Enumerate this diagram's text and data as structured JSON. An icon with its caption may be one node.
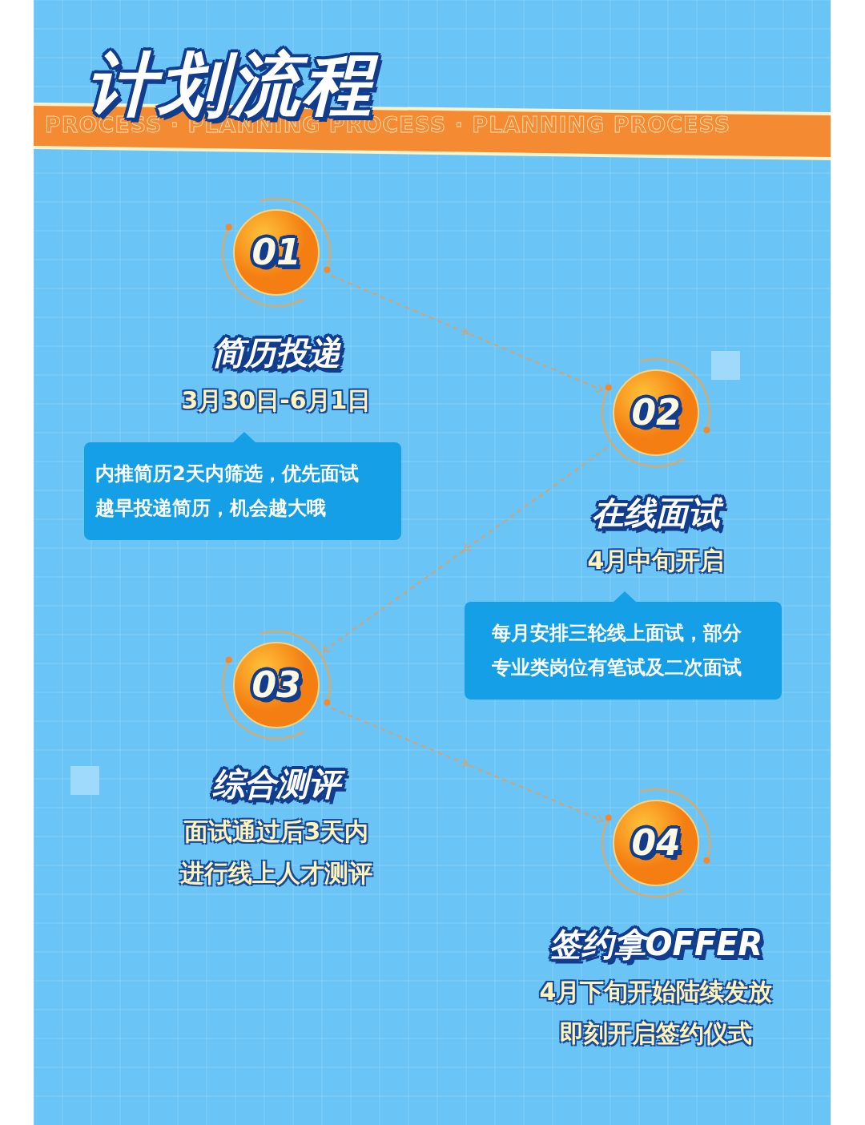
{
  "diagram": {
    "title": "计划流程",
    "nodes": [
      {
        "text": [
          "01"
        ],
        "beside": [
          "简历投递",
          "3月30日-6月1日"
        ]
      },
      {
        "text": [
          "内推简历2天内筛选，优先面试",
          "越早投递简历，机会越大哦"
        ]
      },
      {
        "text": [
          "02"
        ],
        "beside": [
          "在线面试",
          "4月中旬开启"
        ]
      },
      {
        "text": [
          "每月安排三轮线上面试，部分专业类岗位有笔试及二次面试"
        ]
      },
      {
        "text": [
          "03"
        ],
        "beside": [
          "综合测评",
          "面试通过后3天内进行线上人才测评"
        ]
      },
      {
        "text": [
          "04"
        ],
        "beside": [
          "签约拿OFFER",
          "4月下旬开始陆续发放即刻开启签约仪式"
        ]
      }
    ],
    "edges": [
      {
        "from": 0,
        "to": 2,
        "arrow": "to",
        "style": "dashed"
      },
      {
        "from": 2,
        "to": 4,
        "arrow": "to",
        "style": "dashed"
      },
      {
        "from": 4,
        "to": 5,
        "arrow": "to",
        "style": "dashed"
      }
    ],
    "labels": [
      "PROCESS · PLANNING PROCESS · PLANNING PROCESS"
    ]
  }
}
